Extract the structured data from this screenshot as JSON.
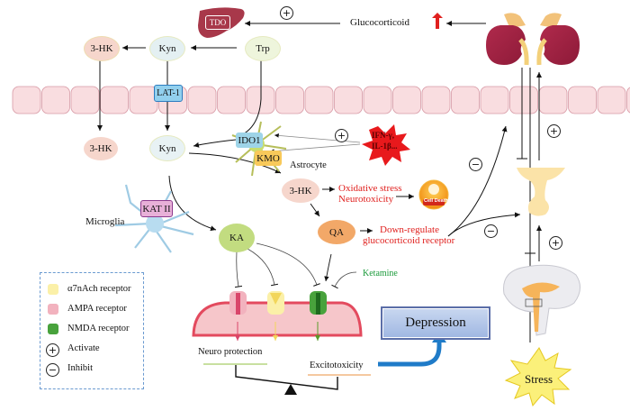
{
  "nodes": {
    "trp": "Trp",
    "kyn_top": "Kyn",
    "hk3_top": "3-HK",
    "kyn_mid": "Kyn",
    "hk3_mid": "3-HK",
    "hk3_astro": "3-HK",
    "ka": "KA",
    "qa": "QA"
  },
  "enzymes": {
    "tdo": "TDO",
    "lat1": "LAT-1",
    "ido1": "IDO1",
    "kmo": "KMO",
    "kat2": "KAT II"
  },
  "labels": {
    "glucocorticoid": "Glucocorticoid",
    "astrocyte": "Astrocyte",
    "microglia": "Microglia",
    "cytokines_line1": "IFN-γ,",
    "cytokines_line2": "IL-1β...",
    "oxidative_stress": "Oxidative stress",
    "neurotoxicity": "Neurotoxicity",
    "cell_death": "Cell Death",
    "down_regulate": "Down-regulate",
    "gc_receptor": "glucocorticoid receptor",
    "ketamine": "Ketamine",
    "neuro_protection": "Neuro protection",
    "excitotoxicity": "Excitotoxicity",
    "depression": "Depression",
    "stress": "Stress"
  },
  "symbols": {
    "plus": "+",
    "minus": "−"
  },
  "legend": {
    "items": [
      {
        "icon": "a7nach-receptor-icon",
        "label": "α7nAch receptor"
      },
      {
        "icon": "ampa-receptor-icon",
        "label": "AMPA receptor"
      },
      {
        "icon": "nmda-receptor-icon",
        "label": "NMDA receptor"
      },
      {
        "icon": "activate-icon",
        "label": "Activate"
      },
      {
        "icon": "inhibit-icon",
        "label": "Inhibit"
      }
    ]
  },
  "colors": {
    "emphasis_red": "#e0201e",
    "ketamine_green": "#1a9a3a",
    "membrane": "#f6d5d9",
    "depression_arrow": "#1f7bc8"
  }
}
